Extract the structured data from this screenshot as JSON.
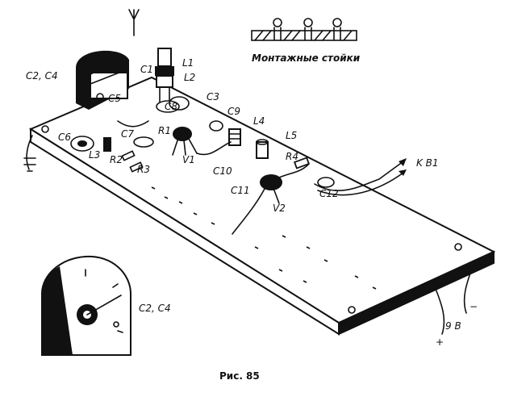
{
  "header": {
    "title": "Монтажные стойки"
  },
  "caption": "Рис. 85",
  "labels": {
    "c2c4": "C2, C4",
    "c2c4_inset": "C2, C4",
    "c1": "C1",
    "c3": "C3",
    "c5": "C5",
    "c6": "C6",
    "c7": "C7",
    "c8": "C8",
    "c9": "C9",
    "c10": "C10",
    "c11": "C11",
    "c12": "C12",
    "l1": "L1",
    "l2": "L2",
    "l3": "L3",
    "l4": "L4",
    "l5": "L5",
    "r1": "R1",
    "r2": "R2",
    "r3": "R3",
    "r4": "R4",
    "v1": "V1",
    "v2": "V2",
    "k_b1": "K B1",
    "battery": "9 B",
    "plus": "+",
    "minus": "−"
  }
}
